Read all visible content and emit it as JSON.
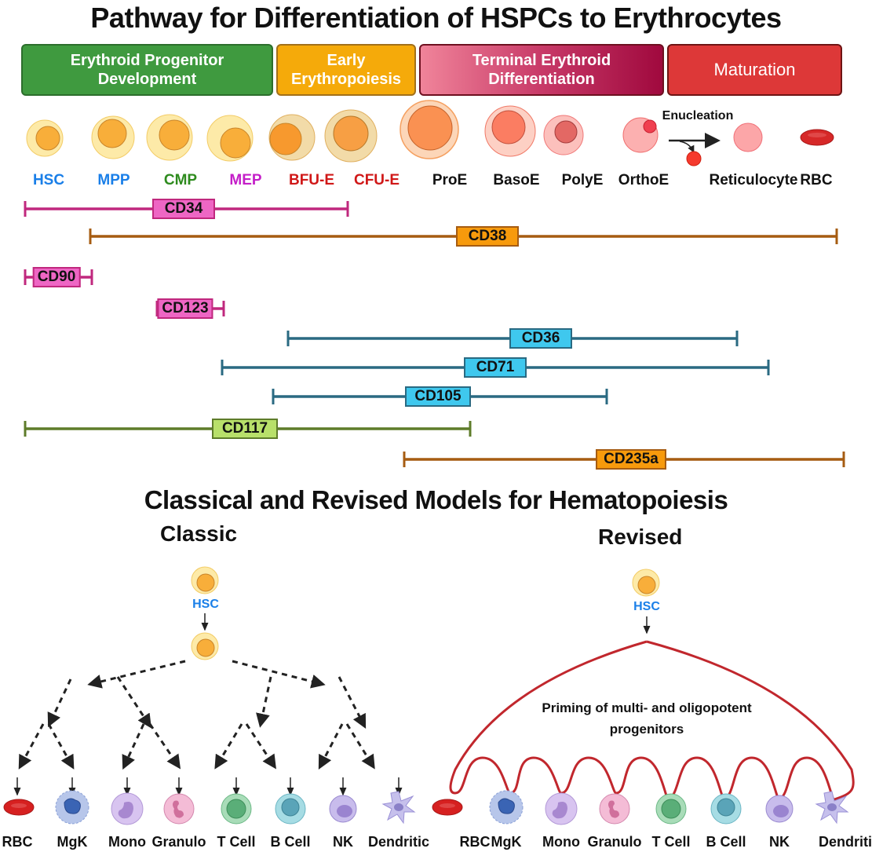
{
  "title": "Pathway for Differentiation of HSPCs to Erythrocytes",
  "phases": [
    {
      "label": "Erythroid Progenitor Development",
      "line1": "Erythroid Progenitor",
      "line2": "Development",
      "color": "#3f9a3f",
      "border": "#2c6e2c"
    },
    {
      "label": "Early Erythropoiesis",
      "line1": "Early",
      "line2": "Erythropoiesis",
      "color": "#f5aa0a",
      "border": "#a2701a"
    },
    {
      "label": "Terminal Erythroid Differentiation",
      "line1": "Terminal Erythroid",
      "line2": "Differentiation",
      "color_start": "#f0849a",
      "color_end": "#a0093e",
      "border": "#6e1020"
    },
    {
      "label": "Maturation",
      "line1": "Maturation",
      "line2": "",
      "color": "#dd3838",
      "border": "#6e1414"
    }
  ],
  "stages": [
    {
      "label": "HSC",
      "color": "#1a7fe8"
    },
    {
      "label": "MPP",
      "color": "#1a7fe8"
    },
    {
      "label": "CMP",
      "color": "#2e8b1e"
    },
    {
      "label": "MEP",
      "color": "#c41ec8"
    },
    {
      "label": "BFU-E",
      "color": "#d01818"
    },
    {
      "label": "CFU-E",
      "color": "#d01818"
    },
    {
      "label": "ProE",
      "color": "#111111"
    },
    {
      "label": "BasoE",
      "color": "#111111"
    },
    {
      "label": "PolyE",
      "color": "#111111"
    },
    {
      "label": "OrthoE",
      "color": "#111111"
    },
    {
      "label": "Reticulocyte",
      "color": "#111111"
    },
    {
      "label": "RBC",
      "color": "#111111"
    }
  ],
  "enucleation_label": "Enucleation",
  "markers": [
    {
      "name": "CD34",
      "from": "HSC",
      "to": "BFU-E",
      "fill": "#ee66c4",
      "line": "#c0287e"
    },
    {
      "name": "CD38",
      "from": "MPP",
      "to": "Reticulocyte+",
      "fill": "#f79a0c",
      "line": "#a65c12"
    },
    {
      "name": "CD90",
      "from": "HSC",
      "to": "HSC",
      "fill": "#ee66c4",
      "line": "#c0287e"
    },
    {
      "name": "CD123",
      "from": "CMP",
      "to": "CMP",
      "fill": "#ee66c4",
      "line": "#c0287e"
    },
    {
      "name": "CD36",
      "from": "BFU-E",
      "to": "OrthoE+",
      "fill": "#3fc8ee",
      "line": "#2a6a82"
    },
    {
      "name": "CD71",
      "from": "MEP",
      "to": "Reticulocyte",
      "fill": "#3fc8ee",
      "line": "#2a6a82"
    },
    {
      "name": "CD105",
      "from": "MEP+",
      "to": "BasoE+",
      "fill": "#3fc8ee",
      "line": "#2a6a82"
    },
    {
      "name": "CD117",
      "from": "HSC",
      "to": "CFU-E+",
      "fill": "#b8e06a",
      "line": "#5e7c2a"
    },
    {
      "name": "CD235a",
      "from": "CFU-E+",
      "to": "RBC",
      "fill": "#f79a0c",
      "line": "#a65c12"
    }
  ],
  "models": {
    "title": "Classical and Revised Models for Hematopoiesis",
    "classic": {
      "heading": "Classic",
      "root_label": "HSC",
      "outputs": [
        "RBC",
        "MgK",
        "Mono",
        "Granulo",
        "T Cell",
        "B Cell",
        "NK",
        "Dendritic"
      ]
    },
    "revised": {
      "heading": "Revised",
      "root_label": "HSC",
      "priming_line1": "Priming of multi- and oligopotent",
      "priming_line2": "progenitors",
      "outputs": [
        "RBC",
        "MgK",
        "Mono",
        "Granulo",
        "T Cell",
        "B Cell",
        "NK",
        "Dendritic"
      ]
    }
  }
}
